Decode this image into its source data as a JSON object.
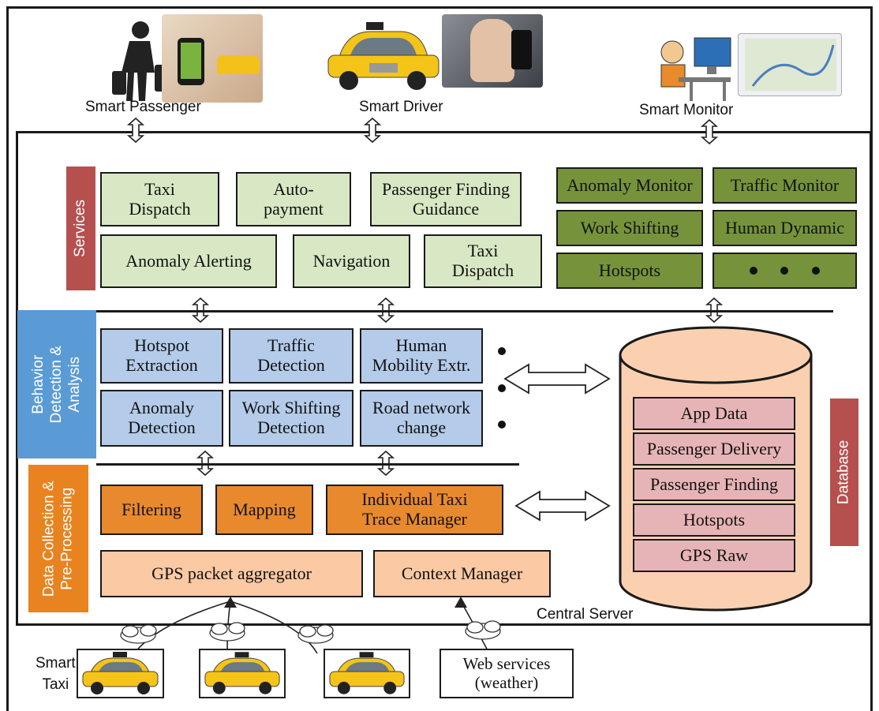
{
  "top_users": {
    "passenger": "Smart Passenger",
    "driver": "Smart Driver",
    "monitor": "Smart Monitor"
  },
  "layers": {
    "services": "Services",
    "behavior": "Behavior\nDetection &\nAnalysis",
    "data_collection": "Data Collection &\nPre-Processing",
    "database": "Database"
  },
  "services": {
    "taxi_dispatch_1": "Taxi\nDispatch",
    "auto_payment": "Auto-\npayment",
    "passenger_finding": "Passenger Finding\nGuidance",
    "anomaly_alerting": "Anomaly Alerting",
    "navigation": "Navigation",
    "taxi_dispatch_2": "Taxi\nDispatch",
    "anomaly_monitor": "Anomaly Monitor",
    "traffic_monitor": "Traffic Monitor",
    "work_shifting": "Work Shifting",
    "human_dynamic": "Human Dynamic",
    "hotspots": "Hotspots"
  },
  "behavior": {
    "hotspot_extraction": "Hotspot\nExtraction",
    "traffic_detection": "Traffic\nDetection",
    "human_mobility": "Human\nMobility Extr.",
    "anomaly_detection": "Anomaly\nDetection",
    "work_shifting_detection": "Work Shifting\nDetection",
    "road_network": "Road network\nchange"
  },
  "data_collection": {
    "filtering": "Filtering",
    "mapping": "Mapping",
    "trace_manager": "Individual Taxi\nTrace Manager",
    "gps_aggregator": "GPS packet aggregator",
    "context_manager": "Context Manager"
  },
  "database": {
    "items": [
      "App Data",
      "Passenger Delivery",
      "Passenger Finding",
      "Hotspots",
      "GPS Raw"
    ]
  },
  "server_label": "Central Server",
  "bottom": {
    "smart_taxi": "Smart\nTaxi",
    "web_services": "Web services\n(weather)"
  },
  "colors": {
    "services_label": "#b5504f",
    "behavior_label": "#5b9bd5",
    "data_label": "#e8831f",
    "database_label": "#b5504f",
    "cylinder": "#fbd0b0"
  }
}
